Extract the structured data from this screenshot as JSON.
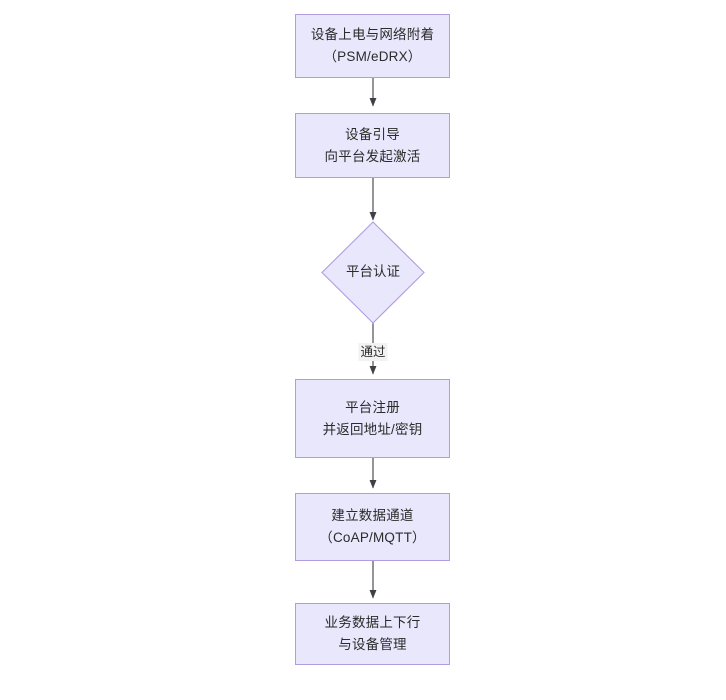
{
  "diagram": {
    "type": "flowchart",
    "orientation": "top-to-bottom",
    "title": "",
    "theme": {
      "node_fill": "#e9e7fb",
      "node_border": "#b19ce0",
      "edge_color": "#3f3f46",
      "text_color": "#2b2b2b",
      "background": "#ffffff",
      "edge_label_background": "#f2f2f2"
    },
    "nodes": [
      {
        "id": "n1",
        "shape": "rect",
        "lines": [
          "设备上电与网络附着",
          "（PSM/eDRX）"
        ]
      },
      {
        "id": "n2",
        "shape": "rect",
        "lines": [
          "设备引导",
          "向平台发起激活"
        ]
      },
      {
        "id": "n3",
        "shape": "diamond",
        "lines": [
          "平台认证"
        ]
      },
      {
        "id": "n4",
        "shape": "rect",
        "lines": [
          "平台注册",
          "并返回地址/密钥"
        ]
      },
      {
        "id": "n5",
        "shape": "rect",
        "lines": [
          "建立数据通道",
          "（CoAP/MQTT）"
        ]
      },
      {
        "id": "n6",
        "shape": "rect",
        "lines": [
          "业务数据上下行",
          "与设备管理"
        ]
      }
    ],
    "edges": [
      {
        "id": "e1",
        "from": "n1",
        "to": "n2",
        "label": ""
      },
      {
        "id": "e2",
        "from": "n2",
        "to": "n3",
        "label": ""
      },
      {
        "id": "e3",
        "from": "n3",
        "to": "n4",
        "label": "通过"
      },
      {
        "id": "e4",
        "from": "n4",
        "to": "n5",
        "label": ""
      },
      {
        "id": "e5",
        "from": "n5",
        "to": "n6",
        "label": ""
      }
    ]
  }
}
